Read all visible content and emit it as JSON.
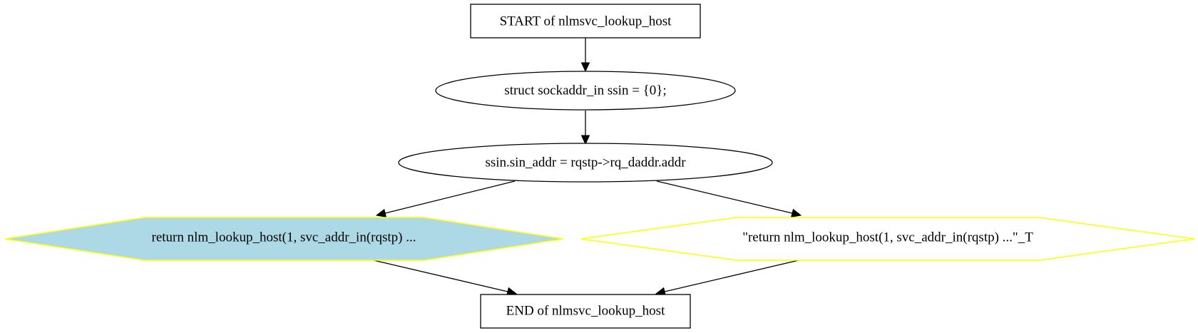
{
  "diagram": {
    "nodes": {
      "start": {
        "label": "START of nlmsvc_lookup_host"
      },
      "decl": {
        "label": "struct sockaddr_in ssin = {0};"
      },
      "assign": {
        "label": "ssin.sin_addr = rqstp->rq_daddr.addr"
      },
      "ret": {
        "label": "return nlm_lookup_host(1, svc_addr_in(rqstp) ...",
        "fill": "#add8e6",
        "border": "#ffff00"
      },
      "ret_t": {
        "label": "\"return nlm_lookup_host(1, svc_addr_in(rqstp) ...\"_T",
        "fill": "#ffffff",
        "border": "#ffff00"
      },
      "end": {
        "label": "END of nlmsvc_lookup_host"
      }
    },
    "edges": [
      {
        "from": "start",
        "to": "decl"
      },
      {
        "from": "decl",
        "to": "assign"
      },
      {
        "from": "assign",
        "to": "ret"
      },
      {
        "from": "assign",
        "to": "ret_t"
      },
      {
        "from": "ret",
        "to": "end"
      },
      {
        "from": "ret_t",
        "to": "end"
      }
    ]
  }
}
